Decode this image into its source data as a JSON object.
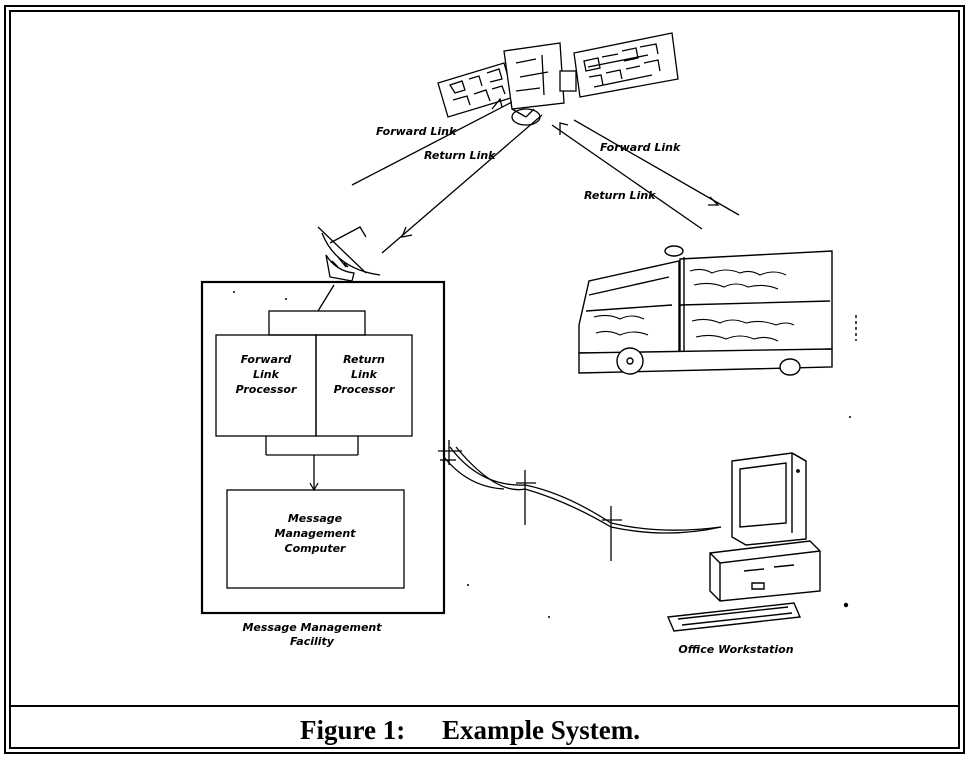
{
  "caption": {
    "number": "Figure 1:",
    "title": "Example System."
  },
  "links": {
    "forward_left": "Forward Link",
    "return_left": "Return Link",
    "forward_right": "Forward Link",
    "return_right": "Return Link"
  },
  "facility": {
    "forward_processor": [
      "Forward",
      "Link",
      "Processor"
    ],
    "return_processor": [
      "Return",
      "Link",
      "Processor"
    ],
    "computer": [
      "Message",
      "Management",
      "Computer"
    ],
    "label": [
      "Message Management",
      "Facility"
    ]
  },
  "workstation": {
    "label": "Office Workstation"
  },
  "icons": [
    "satellite-icon",
    "dish-antenna-icon",
    "truck-icon",
    "utility-pole-icon",
    "computer-workstation-icon"
  ]
}
